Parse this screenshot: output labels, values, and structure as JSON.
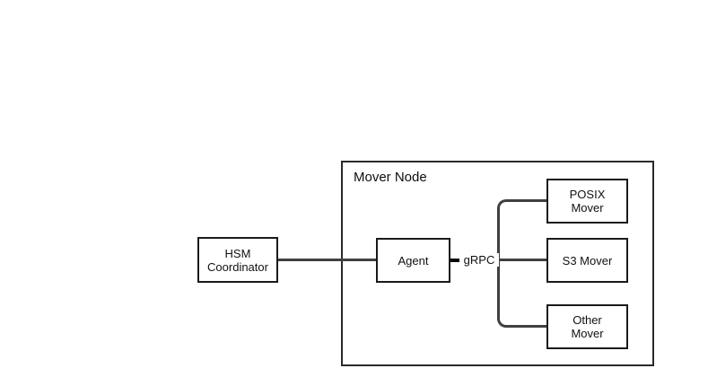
{
  "diagram": {
    "container": {
      "title": "Mover Node"
    },
    "nodes": {
      "hsm_coordinator": {
        "label": "HSM\nCoordinator"
      },
      "agent": {
        "label": "Agent"
      },
      "posix_mover": {
        "label": "POSIX\nMover"
      },
      "s3_mover": {
        "label": "S3 Mover"
      },
      "other_mover": {
        "label": "Other\nMover"
      }
    },
    "edges": {
      "grpc_label": "gRPC"
    },
    "colors": {
      "background": "#ffffff",
      "box_border": "#1a1a1a",
      "container_border": "#2a2a2a",
      "connector": "#404040",
      "agent_grpc_link": "#0a0a0a",
      "text": "#111111"
    }
  }
}
